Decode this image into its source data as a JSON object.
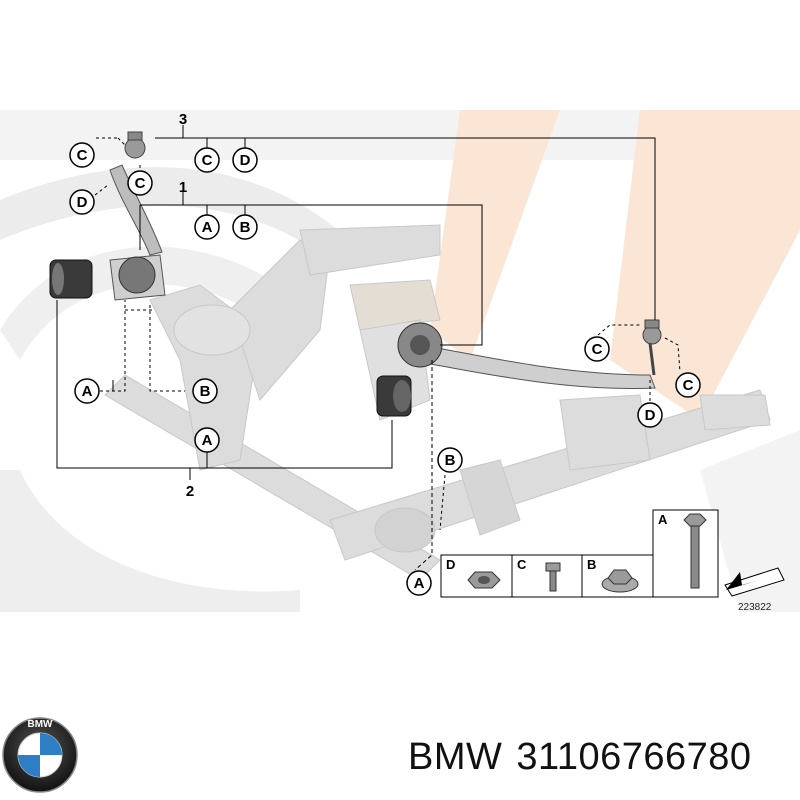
{
  "parts": {
    "p1": "1",
    "p2": "2",
    "p3": "3"
  },
  "fasteners": {
    "a": "A",
    "b": "B",
    "c": "C",
    "d": "D"
  },
  "reference_number": "223822",
  "brand": {
    "name": "BMW",
    "part_number": "31106766780",
    "logo_letters": "BMW"
  },
  "colors": {
    "line": "#000000",
    "part_gray": "#d9d9d9",
    "watermark_gray": "#ececec",
    "watermark_peach": "#fbe6d6"
  }
}
